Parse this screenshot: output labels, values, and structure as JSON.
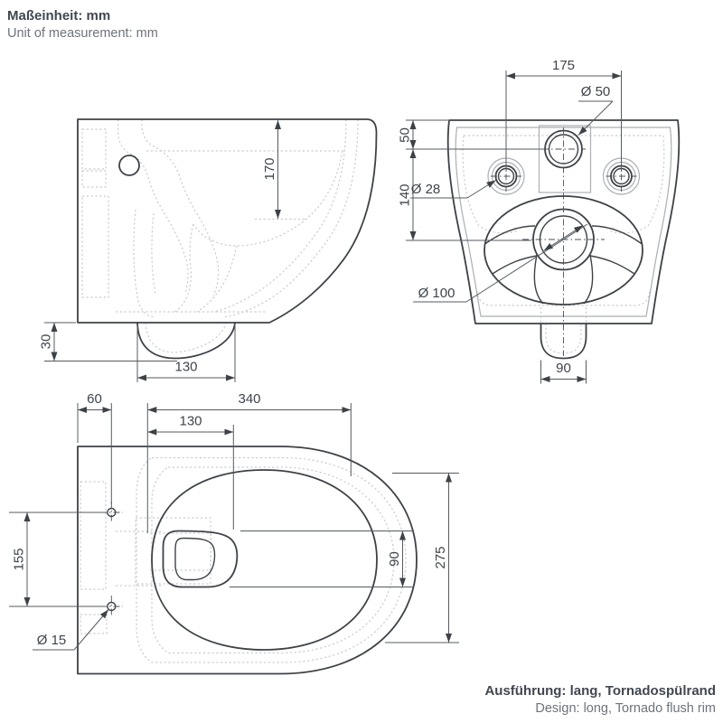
{
  "unit_note": {
    "de": "Maßeinheit: mm",
    "en": "Unit of measurement: mm"
  },
  "design_note": {
    "de": "Ausführung: lang, Tornadospülrand",
    "en": "Design: long, Tornado flush rim"
  },
  "side_view": {
    "dim_inlet_height": "170",
    "dim_outlet_drop": "30",
    "dim_outlet_width": "130"
  },
  "rear_view": {
    "dim_hole_spacing": "175",
    "dim_inlet_diameter": "Ø 50",
    "dim_top_to_inlet": "50",
    "dim_inlet_to_outlet": "140",
    "dim_hole_diameter": "Ø 28",
    "dim_outlet_diameter": "Ø 100",
    "dim_outlet_width": "90"
  },
  "top_view": {
    "dim_edge_to_hole": "60",
    "dim_depth": "340",
    "dim_front": "130",
    "dim_hole_spacing": "155",
    "dim_hole_diameter": "Ø 15",
    "dim_inner_width": "90",
    "dim_bowl_width": "275"
  }
}
